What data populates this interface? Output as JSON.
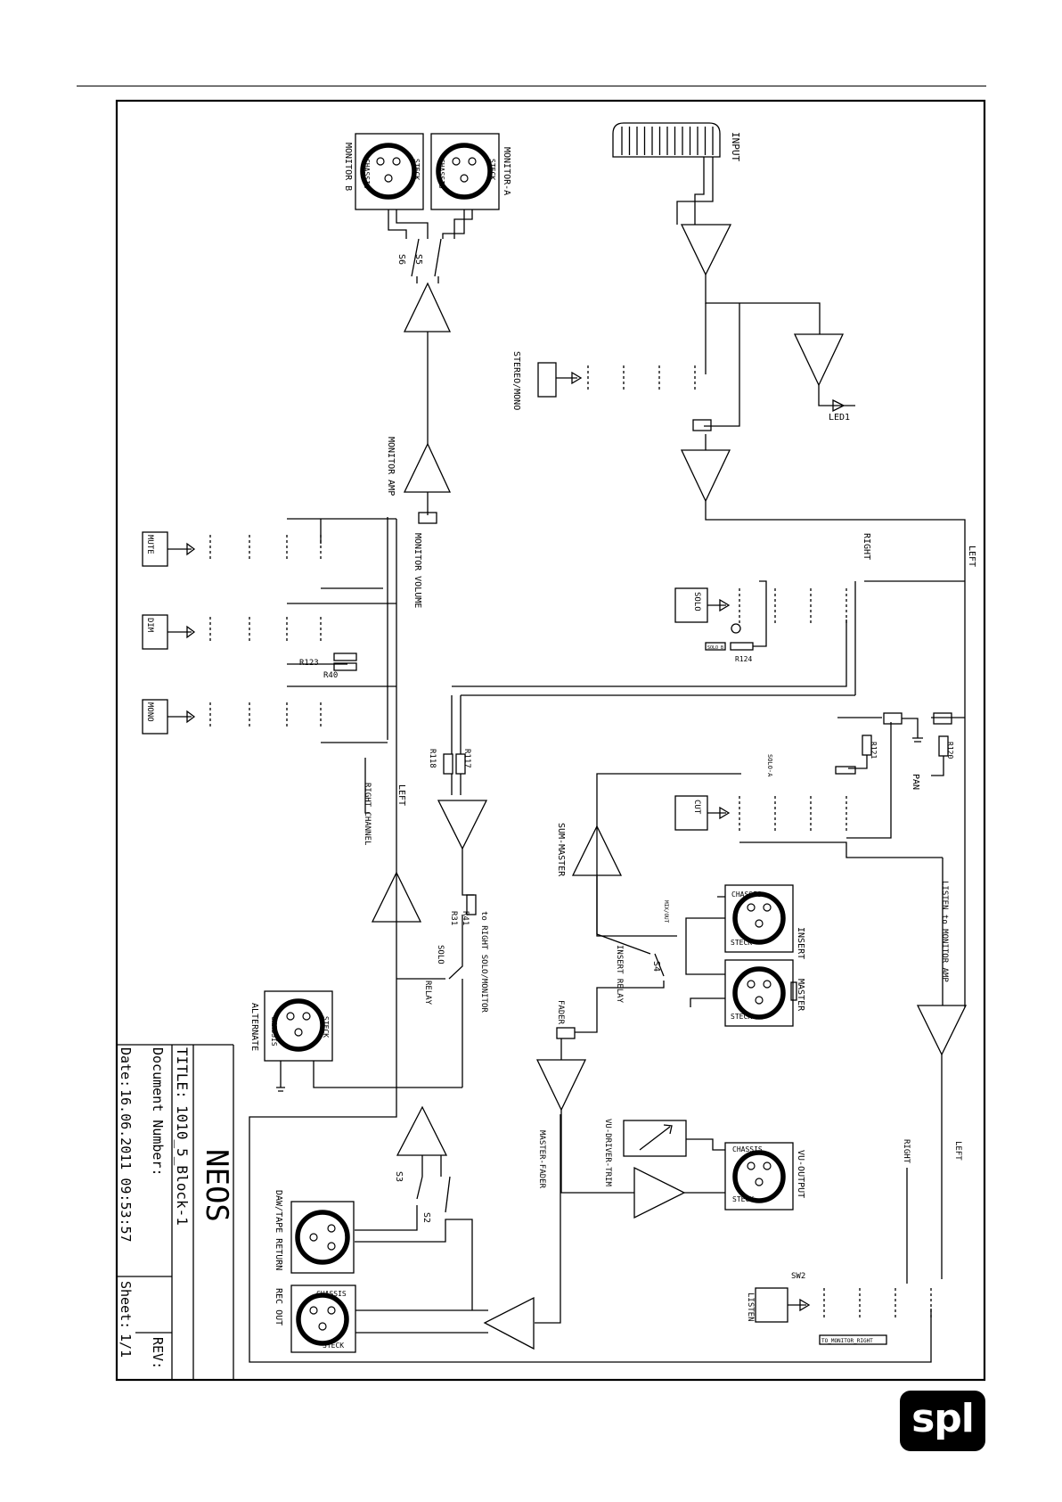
{
  "title_block": {
    "product": "NEOS",
    "title_label": "TITLE:",
    "title_value": "1010_5_Block-1",
    "document_label": "Document Number:",
    "rev_label": "REV:",
    "date_label": "Date:",
    "date_value": "16.06.2011 09:53:57",
    "sheet_label": "Sheet:",
    "sheet_value": "1/1"
  },
  "logo": {
    "text": "spl"
  },
  "connectors": {
    "monitor_a": "MONITOR-A",
    "monitor_b": "MONITOR B",
    "input": "INPUT",
    "alternate": "ALTERNATE",
    "insert": "INSERT",
    "master": "MASTER",
    "vu_output": "VU-OUTPUT",
    "daw_tape_return": "DAW/TAPE RETURN",
    "rec_out": "REC OUT",
    "chassis": "CHASSIS",
    "steck": "STECK"
  },
  "labels": {
    "monitor_amp": "MONITOR AMP",
    "monitor_volume": "MONITOR VOLUME",
    "stereo_mono": "STEREO/MONO",
    "led1": "LED1",
    "right": "RIGHT",
    "left": "LEFT",
    "right_channel": "RIGHT CHANNEL",
    "solo": "SOLO",
    "solo_relay": "SOLO",
    "relay": "RELAY",
    "to_right_solo": "to RIGHT SOLO/MONITOR",
    "sum_master": "SUM-MASTER",
    "pan": "PAN",
    "cut": "CUT",
    "listen_to_monitor": "LISTEN to MONITOR AMP",
    "insert_relay": "INSERT RELAY",
    "fader": "FADER",
    "master_fader": "MASTER-FADER",
    "vu_driver_trim": "VU-DRIVER-TRIM",
    "listen": "LISTEN",
    "to_monitor_right": "TO_MONITOR_RIGHT",
    "mute": "MUTE",
    "dim": "DIM",
    "mono": "MONO",
    "mx_out": "MIX/OUT",
    "solo_a": "SOLO-A",
    "solo_b": "SOLO_B"
  },
  "refdes": {
    "s2": "S2",
    "s3": "S3",
    "s4": "S4",
    "s5": "S5",
    "s6": "S6",
    "r31": "R31",
    "r41": "R41",
    "r40": "R40",
    "r117": "R117",
    "r118": "R118",
    "r120": "R120",
    "r121": "R121",
    "r123": "R123",
    "r124": "R124",
    "sw2": "SW2"
  }
}
